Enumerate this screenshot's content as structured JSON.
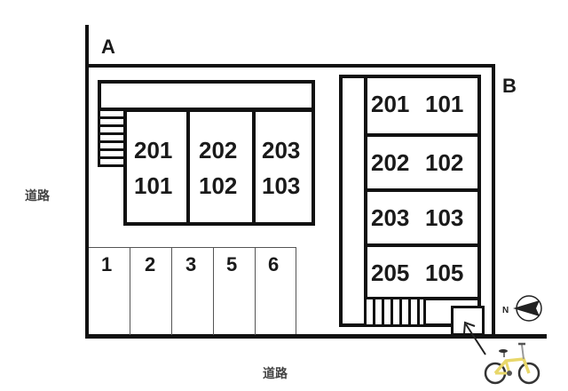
{
  "labels": {
    "building_a": "A",
    "building_b": "B",
    "road_left": "道路",
    "road_bottom": "道路",
    "north_marker": "N"
  },
  "building_a": {
    "units": [
      {
        "upper": "201",
        "lower": "101"
      },
      {
        "upper": "202",
        "lower": "102"
      },
      {
        "upper": "203",
        "lower": "103"
      }
    ]
  },
  "building_b": {
    "units": [
      {
        "upper": "201",
        "lower": "101"
      },
      {
        "upper": "202",
        "lower": "102"
      },
      {
        "upper": "203",
        "lower": "103"
      },
      {
        "upper": "205",
        "lower": "105"
      }
    ]
  },
  "parking": {
    "spaces": [
      "1",
      "2",
      "3",
      "5",
      "6"
    ]
  },
  "icons": {
    "compass": "north-arrow",
    "bicycle": "bicycle-parking",
    "arrow": "pointer-arrow"
  },
  "colors": {
    "line": "#111111",
    "bicycle_frame": "#e8d76a"
  }
}
